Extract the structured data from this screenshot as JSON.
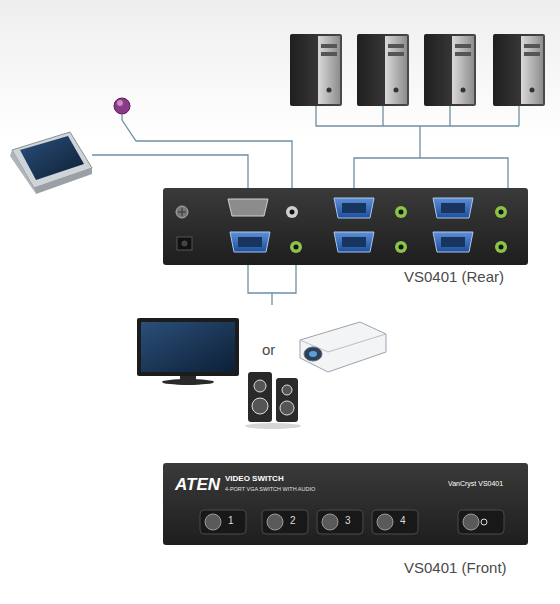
{
  "diagram": {
    "nodes": [
      {
        "text": [
          "VS0401 (Rear)"
        ]
      },
      {
        "text": [
          "ATEN",
          "VIDEO SWITCH",
          "4-PORT VGA SWITCH WITH AUDIO",
          "VanCryst VS0401",
          "VS0401 (Front)"
        ]
      }
    ],
    "labels": [
      "or",
      "1",
      "2",
      "3",
      "4"
    ]
  }
}
